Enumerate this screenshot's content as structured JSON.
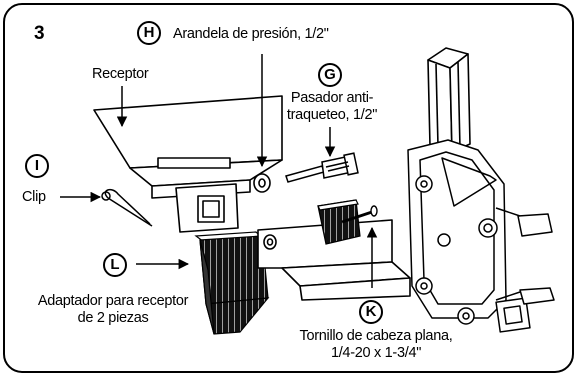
{
  "step_number": "3",
  "parts": {
    "H": {
      "letter": "H",
      "label": "Arandela de presión, 1/2\""
    },
    "G": {
      "letter": "G",
      "label_line1": "Pasador anti-",
      "label_line2": "traqueteo, 1/2\""
    },
    "I": {
      "letter": "I",
      "label": "Clip"
    },
    "L": {
      "letter": "L",
      "label_line1": "Adaptador para receptor",
      "label_line2": "de 2 piezas"
    },
    "K": {
      "letter": "K",
      "label_line1": "Tornillo de cabeza plana,",
      "label_line2": "1/4-20 x 1-3/4\""
    }
  },
  "receiver_label": "Receptor"
}
